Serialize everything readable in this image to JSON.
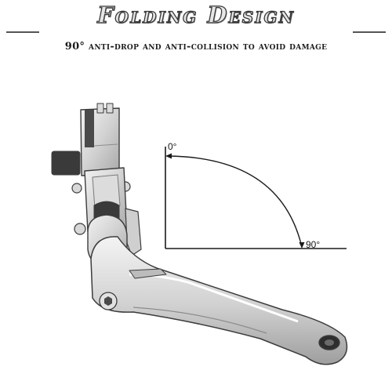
{
  "heading": {
    "title": "Folding Design",
    "subtitle": "90° anti-drop and anti-collision to avoid damage"
  },
  "angle_diagram": {
    "start_label": "0°",
    "end_label": "90°"
  },
  "colors": {
    "metal_light": "#e4e4e4",
    "metal_mid": "#c6c6c6",
    "metal_dark": "#8c8c8c",
    "outline": "#3c3c3c",
    "line": "#1a1a1a"
  }
}
